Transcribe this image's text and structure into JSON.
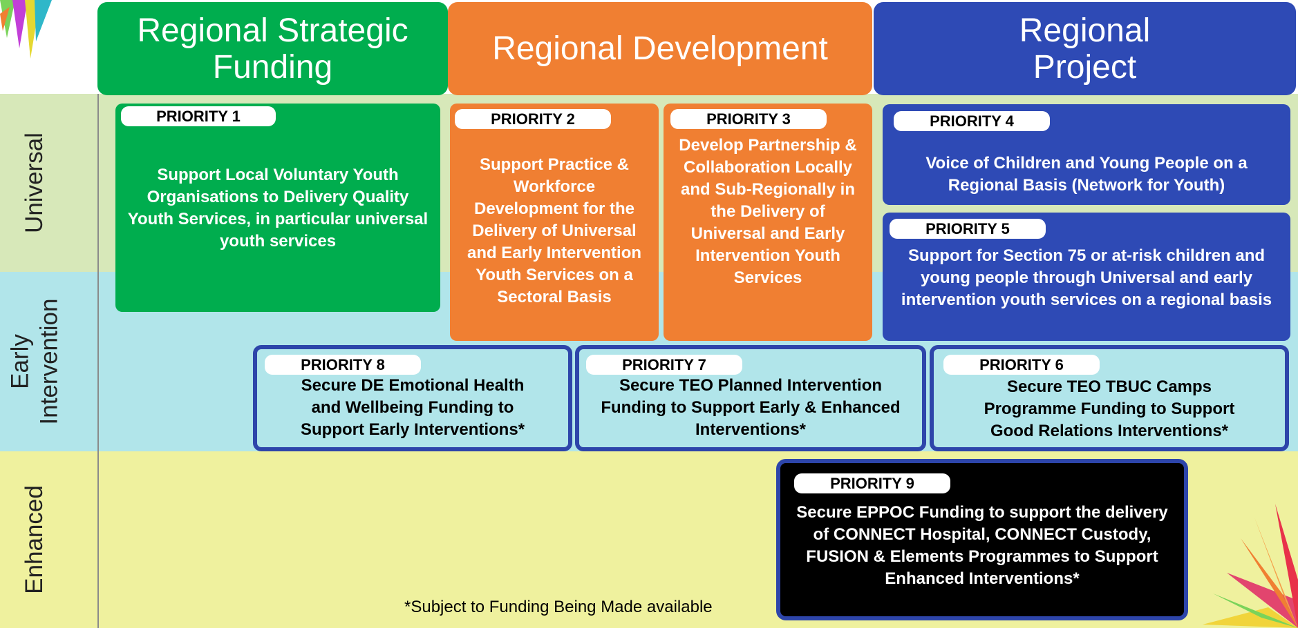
{
  "colors": {
    "green": "#00ad4e",
    "orange": "#f07f32",
    "blue": "#2e4ab5",
    "universal_band": "#d7e8b9",
    "early_band": "#b1e5ea",
    "enhanced_band": "#eff19e",
    "black_card": "#000000"
  },
  "headers": {
    "strategic": "Regional Strategic Funding",
    "development": "Regional Development",
    "project": "Regional Project"
  },
  "rows": {
    "universal": "Universal",
    "early_intervention": "Early Intervention",
    "enhanced": "Enhanced"
  },
  "priorities": {
    "p1": {
      "label": "PRIORITY 1",
      "text": "Support Local Voluntary Youth Organisations to Delivery Quality Youth Services, in particular universal youth services"
    },
    "p2": {
      "label": "PRIORITY 2",
      "text": "Support Practice & Workforce Development for the Delivery of Universal and Early Intervention Youth Services on a Sectoral Basis"
    },
    "p3": {
      "label": "PRIORITY 3",
      "text": "Develop Partnership & Collaboration Locally and Sub-Regionally in the Delivery of Universal and Early Intervention Youth Services"
    },
    "p4": {
      "label": "PRIORITY 4",
      "text": "Voice of Children and Young People on a Regional Basis (Network for Youth)"
    },
    "p5": {
      "label": "PRIORITY 5",
      "text": "Support for Section 75 or at-risk children and young people through Universal and early intervention youth services on a regional basis"
    },
    "p6": {
      "label": "PRIORITY 6",
      "text": "Secure TEO TBUC Camps Programme Funding to Support Good Relations Interventions*"
    },
    "p7": {
      "label": "PRIORITY 7",
      "text": "Secure TEO Planned Intervention Funding to Support Early & Enhanced Interventions*"
    },
    "p8": {
      "label": "PRIORITY 8",
      "text": "Secure DE Emotional Health and Wellbeing Funding to Support Early Interventions*"
    },
    "p9": {
      "label": "PRIORITY 9",
      "text": "Secure EPPOC Funding to support the delivery of CONNECT Hospital, CONNECT Custody, FUSION & Elements Programmes to Support Enhanced Interventions*"
    }
  },
  "footnote": "*Subject to Funding Being Made available",
  "decorations": [
    "starburst-top-left",
    "starburst-bottom-right"
  ]
}
